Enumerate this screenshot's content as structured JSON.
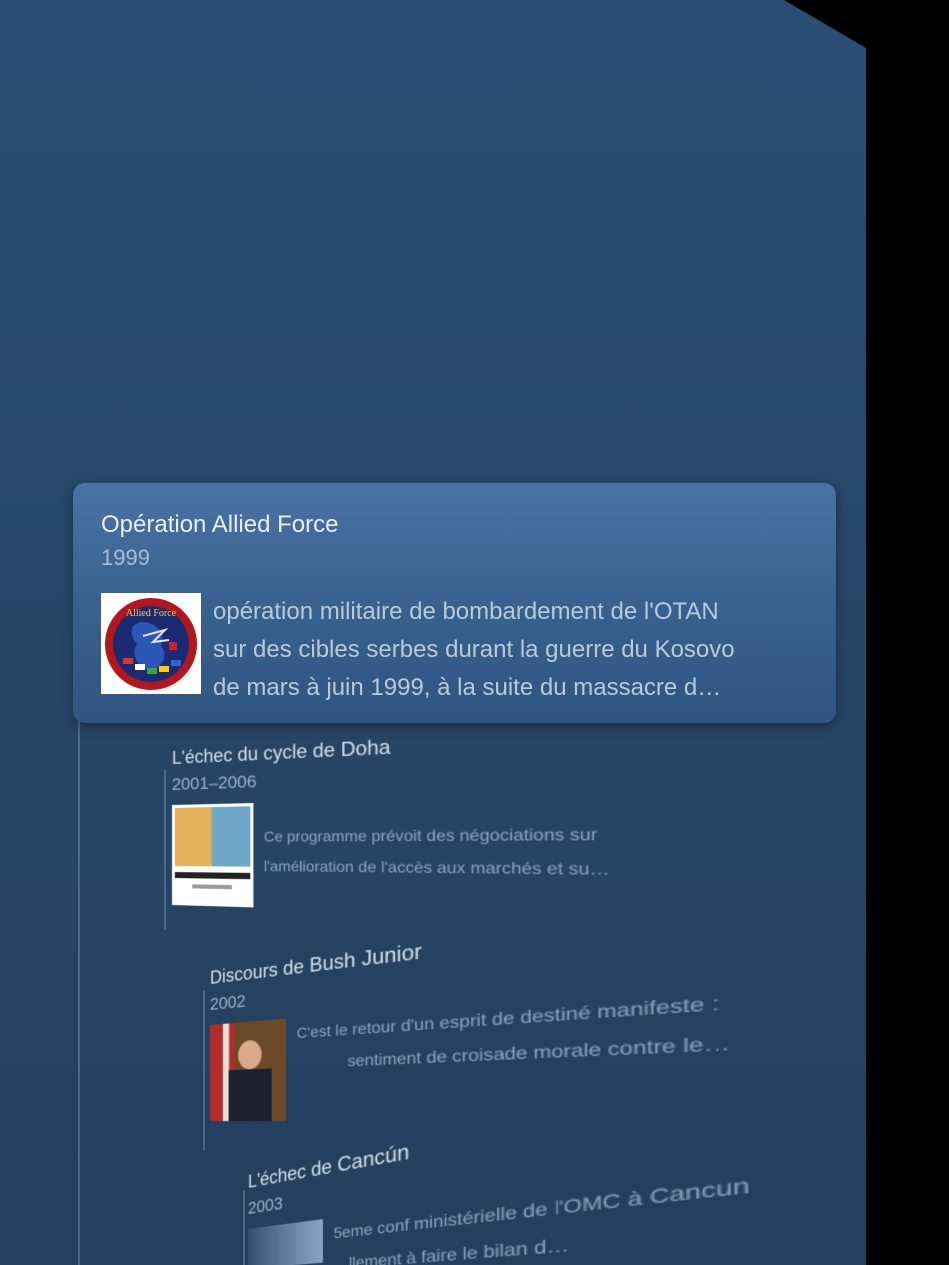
{
  "focused_item": {
    "title": "Opération Allied Force",
    "year": "1999",
    "description_lines": [
      "opération militaire de bombardement de l'OTAN",
      "sur des cibles serbes durant la guerre du Kosovo",
      "de mars à juin 1999, à la suite du massacre d…"
    ],
    "image_icon": "allied-force-emblem",
    "emblem_text": "Allied Force"
  },
  "timeline_items": [
    {
      "title": "L'échec du cycle de Doha",
      "year": "2001–2006",
      "description_lines": [
        "Ce programme prévoit des négociations sur",
        "l'amélioration de l'accès aux marchés et su…"
      ]
    },
    {
      "title": "Discours de Bush Junior",
      "year": "2002",
      "description_lines": [
        "C'est le retour d'un esprit de destiné manifeste :",
        "sentiment de croisade morale contre le…"
      ]
    },
    {
      "title": "L'échec de Cancún",
      "year": "2003",
      "description_lines": [
        "5eme conf ministérielle de l'OMC à Cancun",
        "…llement à faire le bilan d…"
      ]
    }
  ],
  "colors": {
    "background": "#264767",
    "card": "#3a6391",
    "text_primary": "#e9eef5",
    "text_secondary": "#b9c9dc"
  }
}
